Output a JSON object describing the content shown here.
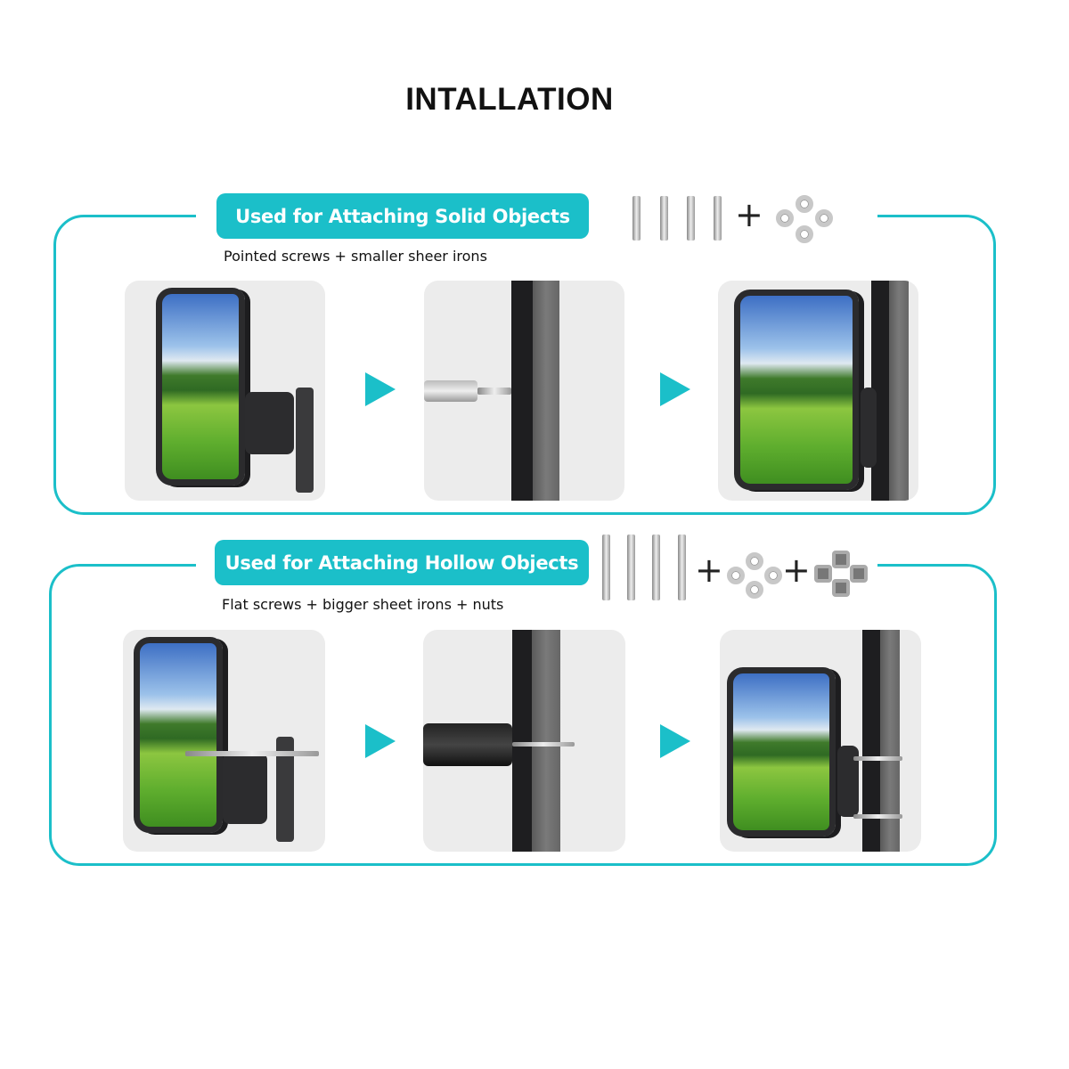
{
  "title": "INTALLATION",
  "sections": [
    {
      "heading": "Used for Attaching Solid Objects",
      "subtitle": "Pointed screws + smaller sheer irons",
      "hardware_icons": [
        "pointed-screw-icon",
        "washer-icon"
      ]
    },
    {
      "heading": "Used for Attaching Hollow Objects",
      "subtitle": "Flat screws + bigger sheet irons + nuts",
      "hardware_icons": [
        "flat-screw-icon",
        "washer-icon",
        "nut-icon"
      ]
    }
  ],
  "plus": "+",
  "accent_color": "#1bbfc9"
}
